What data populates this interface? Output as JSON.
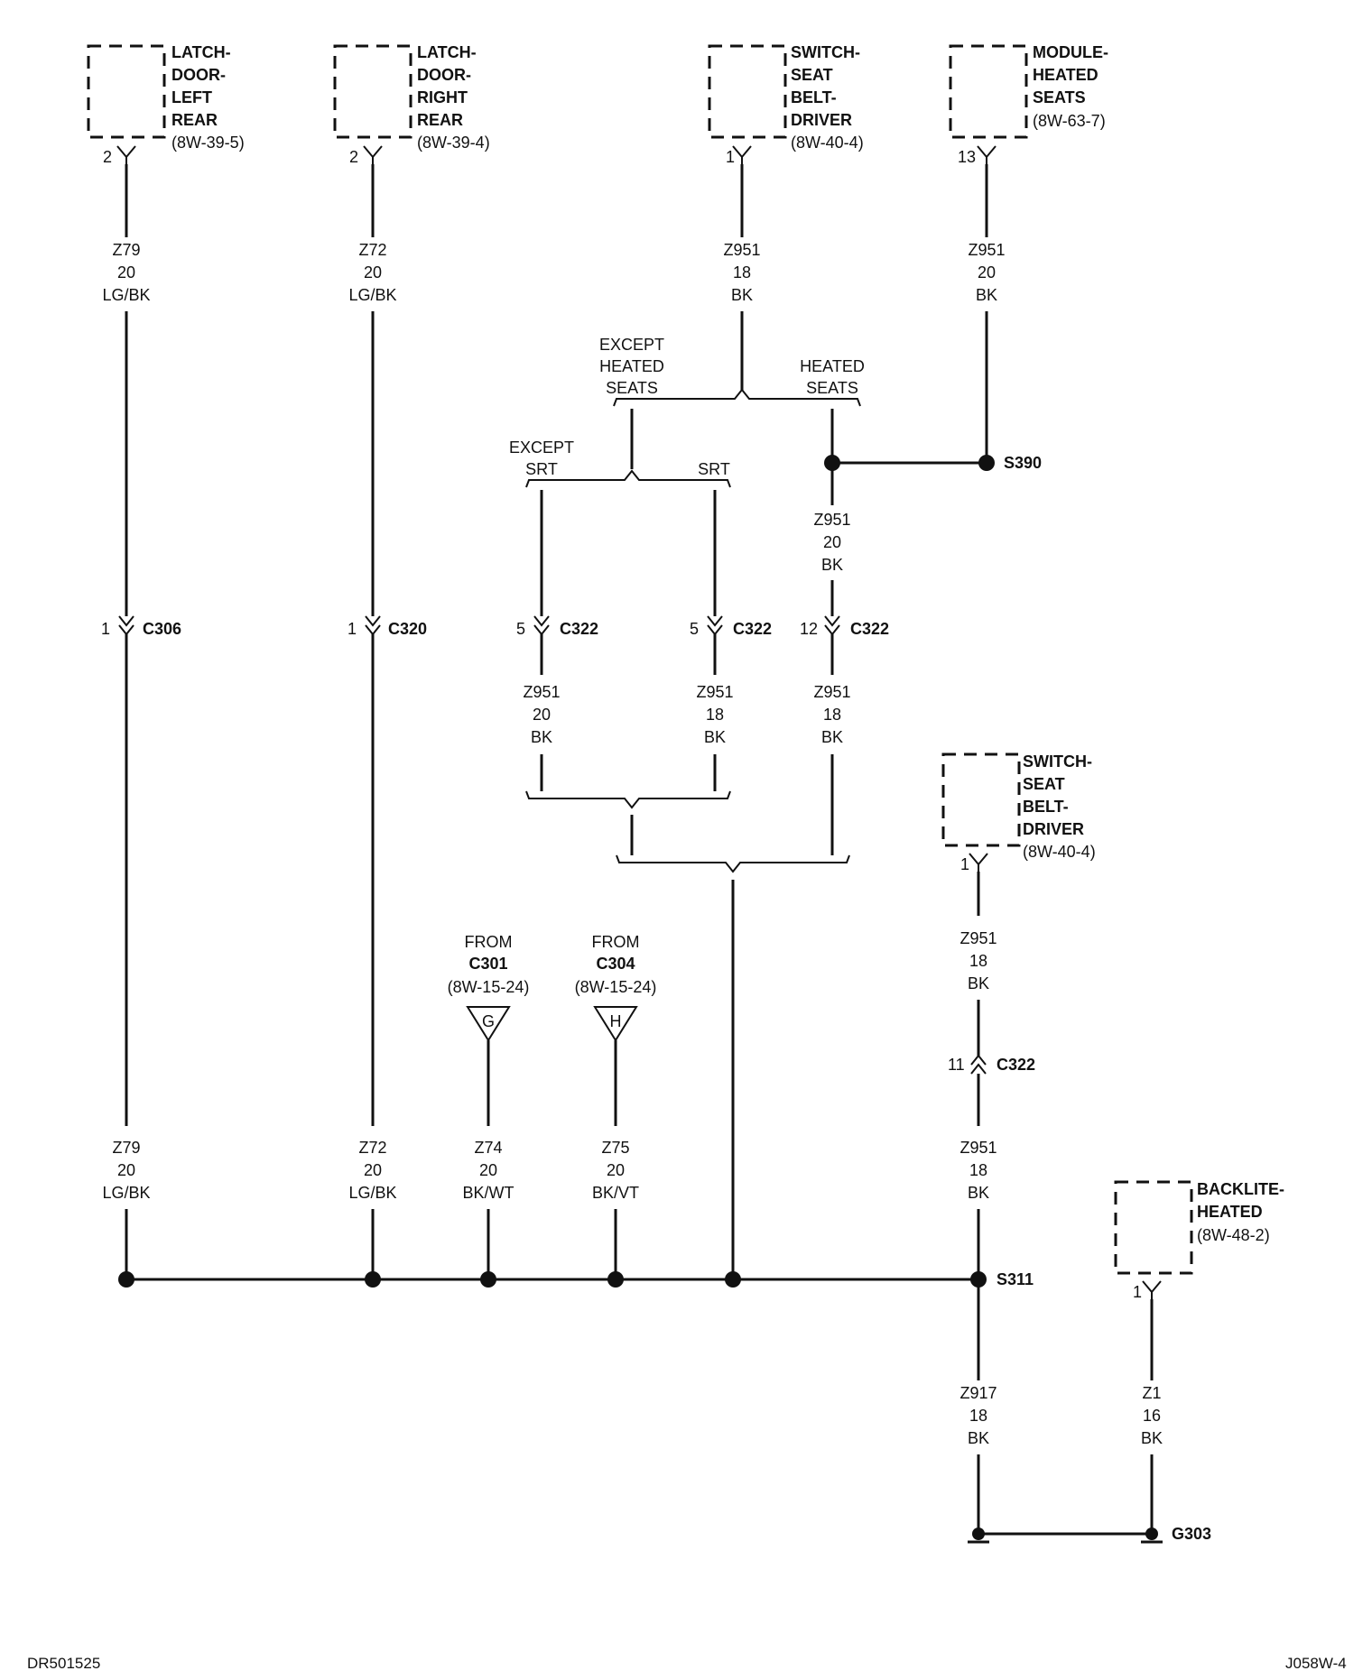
{
  "components": {
    "latch_left_rear": {
      "l1": "LATCH-",
      "l2": "DOOR-",
      "l3": "LEFT",
      "l4": "REAR",
      "ref": "(8W-39-5)",
      "pin": "2"
    },
    "latch_right_rear": {
      "l1": "LATCH-",
      "l2": "DOOR-",
      "l3": "RIGHT",
      "l4": "REAR",
      "ref": "(8W-39-4)",
      "pin": "2"
    },
    "switch_top": {
      "l1": "SWITCH-",
      "l2": "SEAT",
      "l3": "BELT-",
      "l4": "DRIVER",
      "ref": "(8W-40-4)",
      "pin": "1"
    },
    "module_heated": {
      "l1": "MODULE-",
      "l2": "HEATED",
      "l3": "SEATS",
      "ref": "(8W-63-7)",
      "pin": "13"
    },
    "switch_lower": {
      "l1": "SWITCH-",
      "l2": "SEAT",
      "l3": "BELT-",
      "l4": "DRIVER",
      "ref": "(8W-40-4)",
      "pin": "1"
    },
    "backlite": {
      "l1": "BACKLITE-",
      "l2": "HEATED",
      "ref": "(8W-48-2)",
      "pin": "1"
    }
  },
  "wires": {
    "w_left_top": {
      "circuit": "Z79",
      "gauge": "20",
      "color": "LG/BK"
    },
    "w_right_top": {
      "circuit": "Z72",
      "gauge": "20",
      "color": "LG/BK"
    },
    "w_switch_top": {
      "circuit": "Z951",
      "gauge": "18",
      "color": "BK"
    },
    "w_module": {
      "circuit": "Z951",
      "gauge": "20",
      "color": "BK"
    },
    "w_heated_mid": {
      "circuit": "Z951",
      "gauge": "20",
      "color": "BK"
    },
    "w_c322_a": {
      "circuit": "Z951",
      "gauge": "20",
      "color": "BK"
    },
    "w_c322_b": {
      "circuit": "Z951",
      "gauge": "18",
      "color": "BK"
    },
    "w_c322_c": {
      "circuit": "Z951",
      "gauge": "18",
      "color": "BK"
    },
    "w_switch_lower_a": {
      "circuit": "Z951",
      "gauge": "18",
      "color": "BK"
    },
    "w_switch_lower_b": {
      "circuit": "Z951",
      "gauge": "18",
      "color": "BK"
    },
    "w_left_bot": {
      "circuit": "Z79",
      "gauge": "20",
      "color": "LG/BK"
    },
    "w_right_bot": {
      "circuit": "Z72",
      "gauge": "20",
      "color": "LG/BK"
    },
    "w_z74": {
      "circuit": "Z74",
      "gauge": "20",
      "color": "BK/WT"
    },
    "w_z75": {
      "circuit": "Z75",
      "gauge": "20",
      "color": "BK/VT"
    },
    "w_z917": {
      "circuit": "Z917",
      "gauge": "18",
      "color": "BK"
    },
    "w_z1": {
      "circuit": "Z1",
      "gauge": "16",
      "color": "BK"
    }
  },
  "connectors": {
    "c306": {
      "pin": "1",
      "name": "C306"
    },
    "c320": {
      "pin": "1",
      "name": "C320"
    },
    "c322_a": {
      "pin": "5",
      "name": "C322"
    },
    "c322_b": {
      "pin": "5",
      "name": "C322"
    },
    "c322_c": {
      "pin": "12",
      "name": "C322"
    },
    "c322_d": {
      "pin": "11",
      "name": "C322"
    }
  },
  "options": {
    "except_heated": {
      "l1": "EXCEPT",
      "l2": "HEATED",
      "l3": "SEATS"
    },
    "heated": {
      "l1": "HEATED",
      "l2": "SEATS"
    },
    "except_srt": {
      "l1": "EXCEPT",
      "l2": "SRT"
    },
    "srt": {
      "l1": "SRT"
    }
  },
  "splices": {
    "s390": "S390",
    "s311": "S311"
  },
  "ground": {
    "g303": "G303"
  },
  "from_refs": {
    "c301": {
      "l1": "FROM",
      "l2": "C301",
      "ref": "(8W-15-24)",
      "letter": "G"
    },
    "c304": {
      "l1": "FROM",
      "l2": "C304",
      "ref": "(8W-15-24)",
      "letter": "H"
    }
  },
  "footer": {
    "left": "DR501525",
    "right": "J058W-4"
  }
}
